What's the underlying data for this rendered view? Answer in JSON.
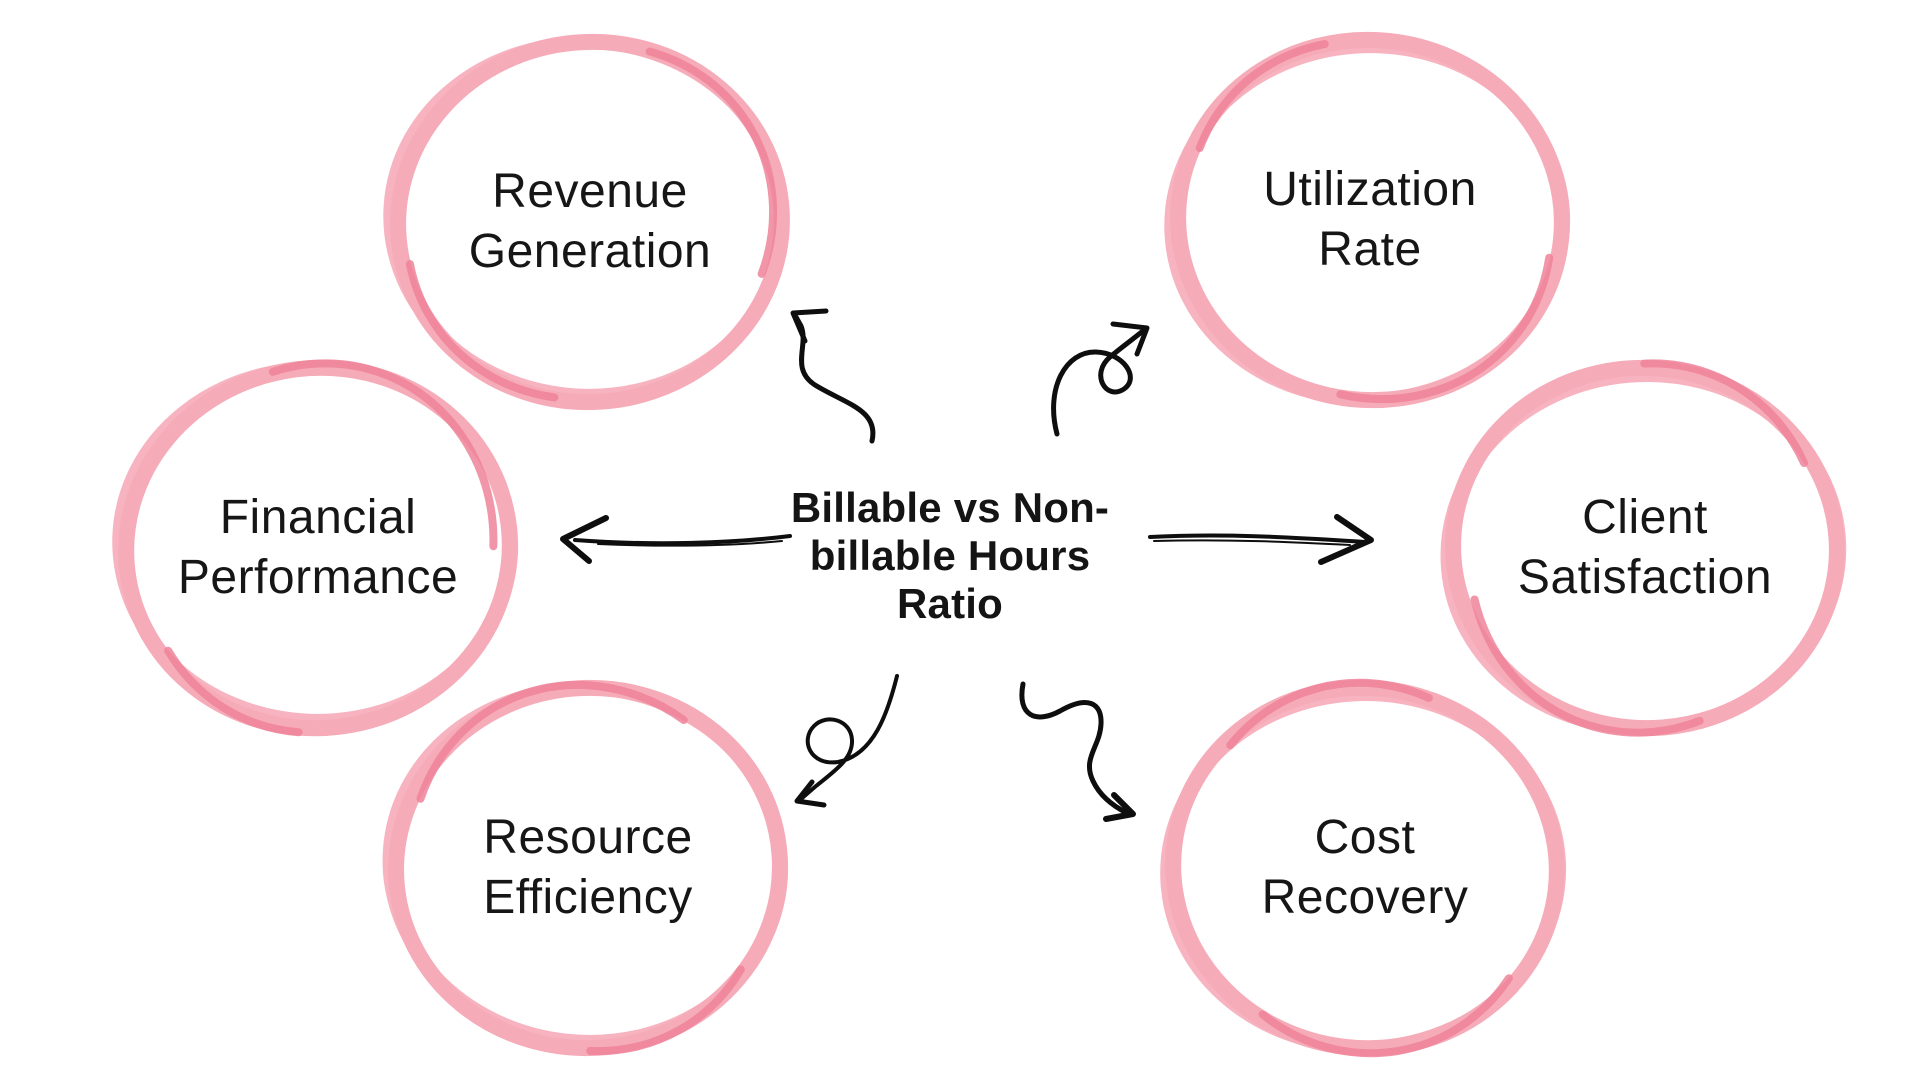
{
  "diagram": {
    "title": "Billable vs Non-billable Hours Ratio mind map",
    "center": {
      "label": "Billable vs Non-billable Hours Ratio",
      "lines": [
        "Billable vs Non-",
        "billable Hours",
        "Ratio"
      ]
    },
    "nodes": [
      {
        "id": "revenue-generation",
        "label": "Revenue Generation",
        "lines": [
          "Revenue",
          "Generation"
        ]
      },
      {
        "id": "utilization-rate",
        "label": "Utilization Rate",
        "lines": [
          "Utilization",
          "Rate"
        ]
      },
      {
        "id": "financial-performance",
        "label": "Financial Performance",
        "lines": [
          "Financial",
          "Performance"
        ]
      },
      {
        "id": "client-satisfaction",
        "label": "Client Satisfaction",
        "lines": [
          "Client",
          "Satisfaction"
        ]
      },
      {
        "id": "resource-efficiency",
        "label": "Resource Efficiency",
        "lines": [
          "Resource",
          "Efficiency"
        ]
      },
      {
        "id": "cost-recovery",
        "label": "Cost Recovery",
        "lines": [
          "Cost",
          "Recovery"
        ]
      }
    ],
    "arrows": [
      "center-to-revenue-generation",
      "center-to-utilization-rate",
      "center-to-financial-performance",
      "center-to-client-satisfaction",
      "center-to-resource-efficiency",
      "center-to-cost-recovery"
    ],
    "colors": {
      "background": "#ffffff",
      "circle_light_pink": "#f6abb8",
      "circle_dark_pink": "#ee8399",
      "text": "#161616",
      "arrow": "#0e0e0e"
    }
  }
}
